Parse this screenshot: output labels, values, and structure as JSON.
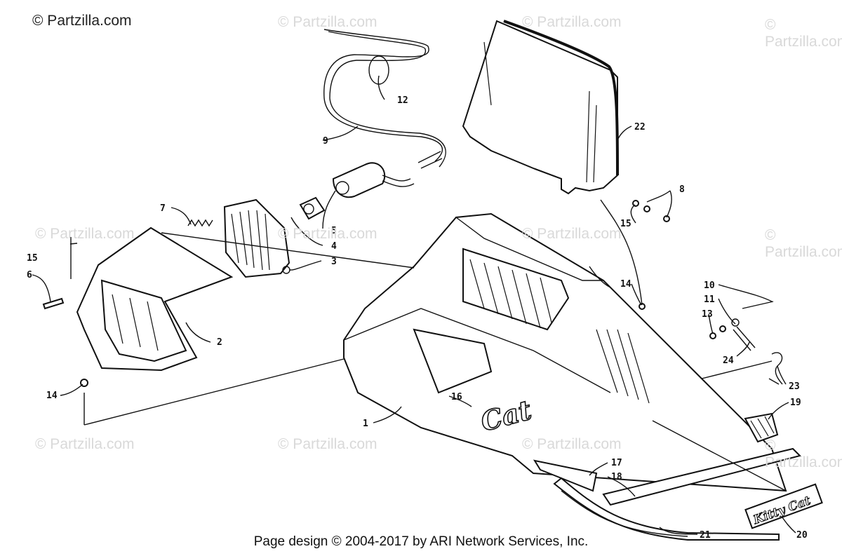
{
  "copyright": "© Partzilla.com",
  "watermark": "© Partzilla.com",
  "footer": "Page design © 2004-2017 by ARI Network Services, Inc.",
  "decals": {
    "hood_logo": "Cat",
    "name_decal": "Kitty Cat"
  },
  "callouts": {
    "c1": "1",
    "c2": "2",
    "c3": "3",
    "c4": "4",
    "c5": "5",
    "c6": "6",
    "c7": "7",
    "c8": "8",
    "c9": "9",
    "c10": "10",
    "c11": "11",
    "c12": "12",
    "c13": "13",
    "c14a": "14",
    "c14b": "14",
    "c15a": "15",
    "c15b": "15",
    "c16": "16",
    "c17": "17",
    "c18": "18",
    "c19": "19",
    "c20": "20",
    "c21": "21",
    "c22": "22",
    "c23": "23",
    "c24": "24"
  }
}
